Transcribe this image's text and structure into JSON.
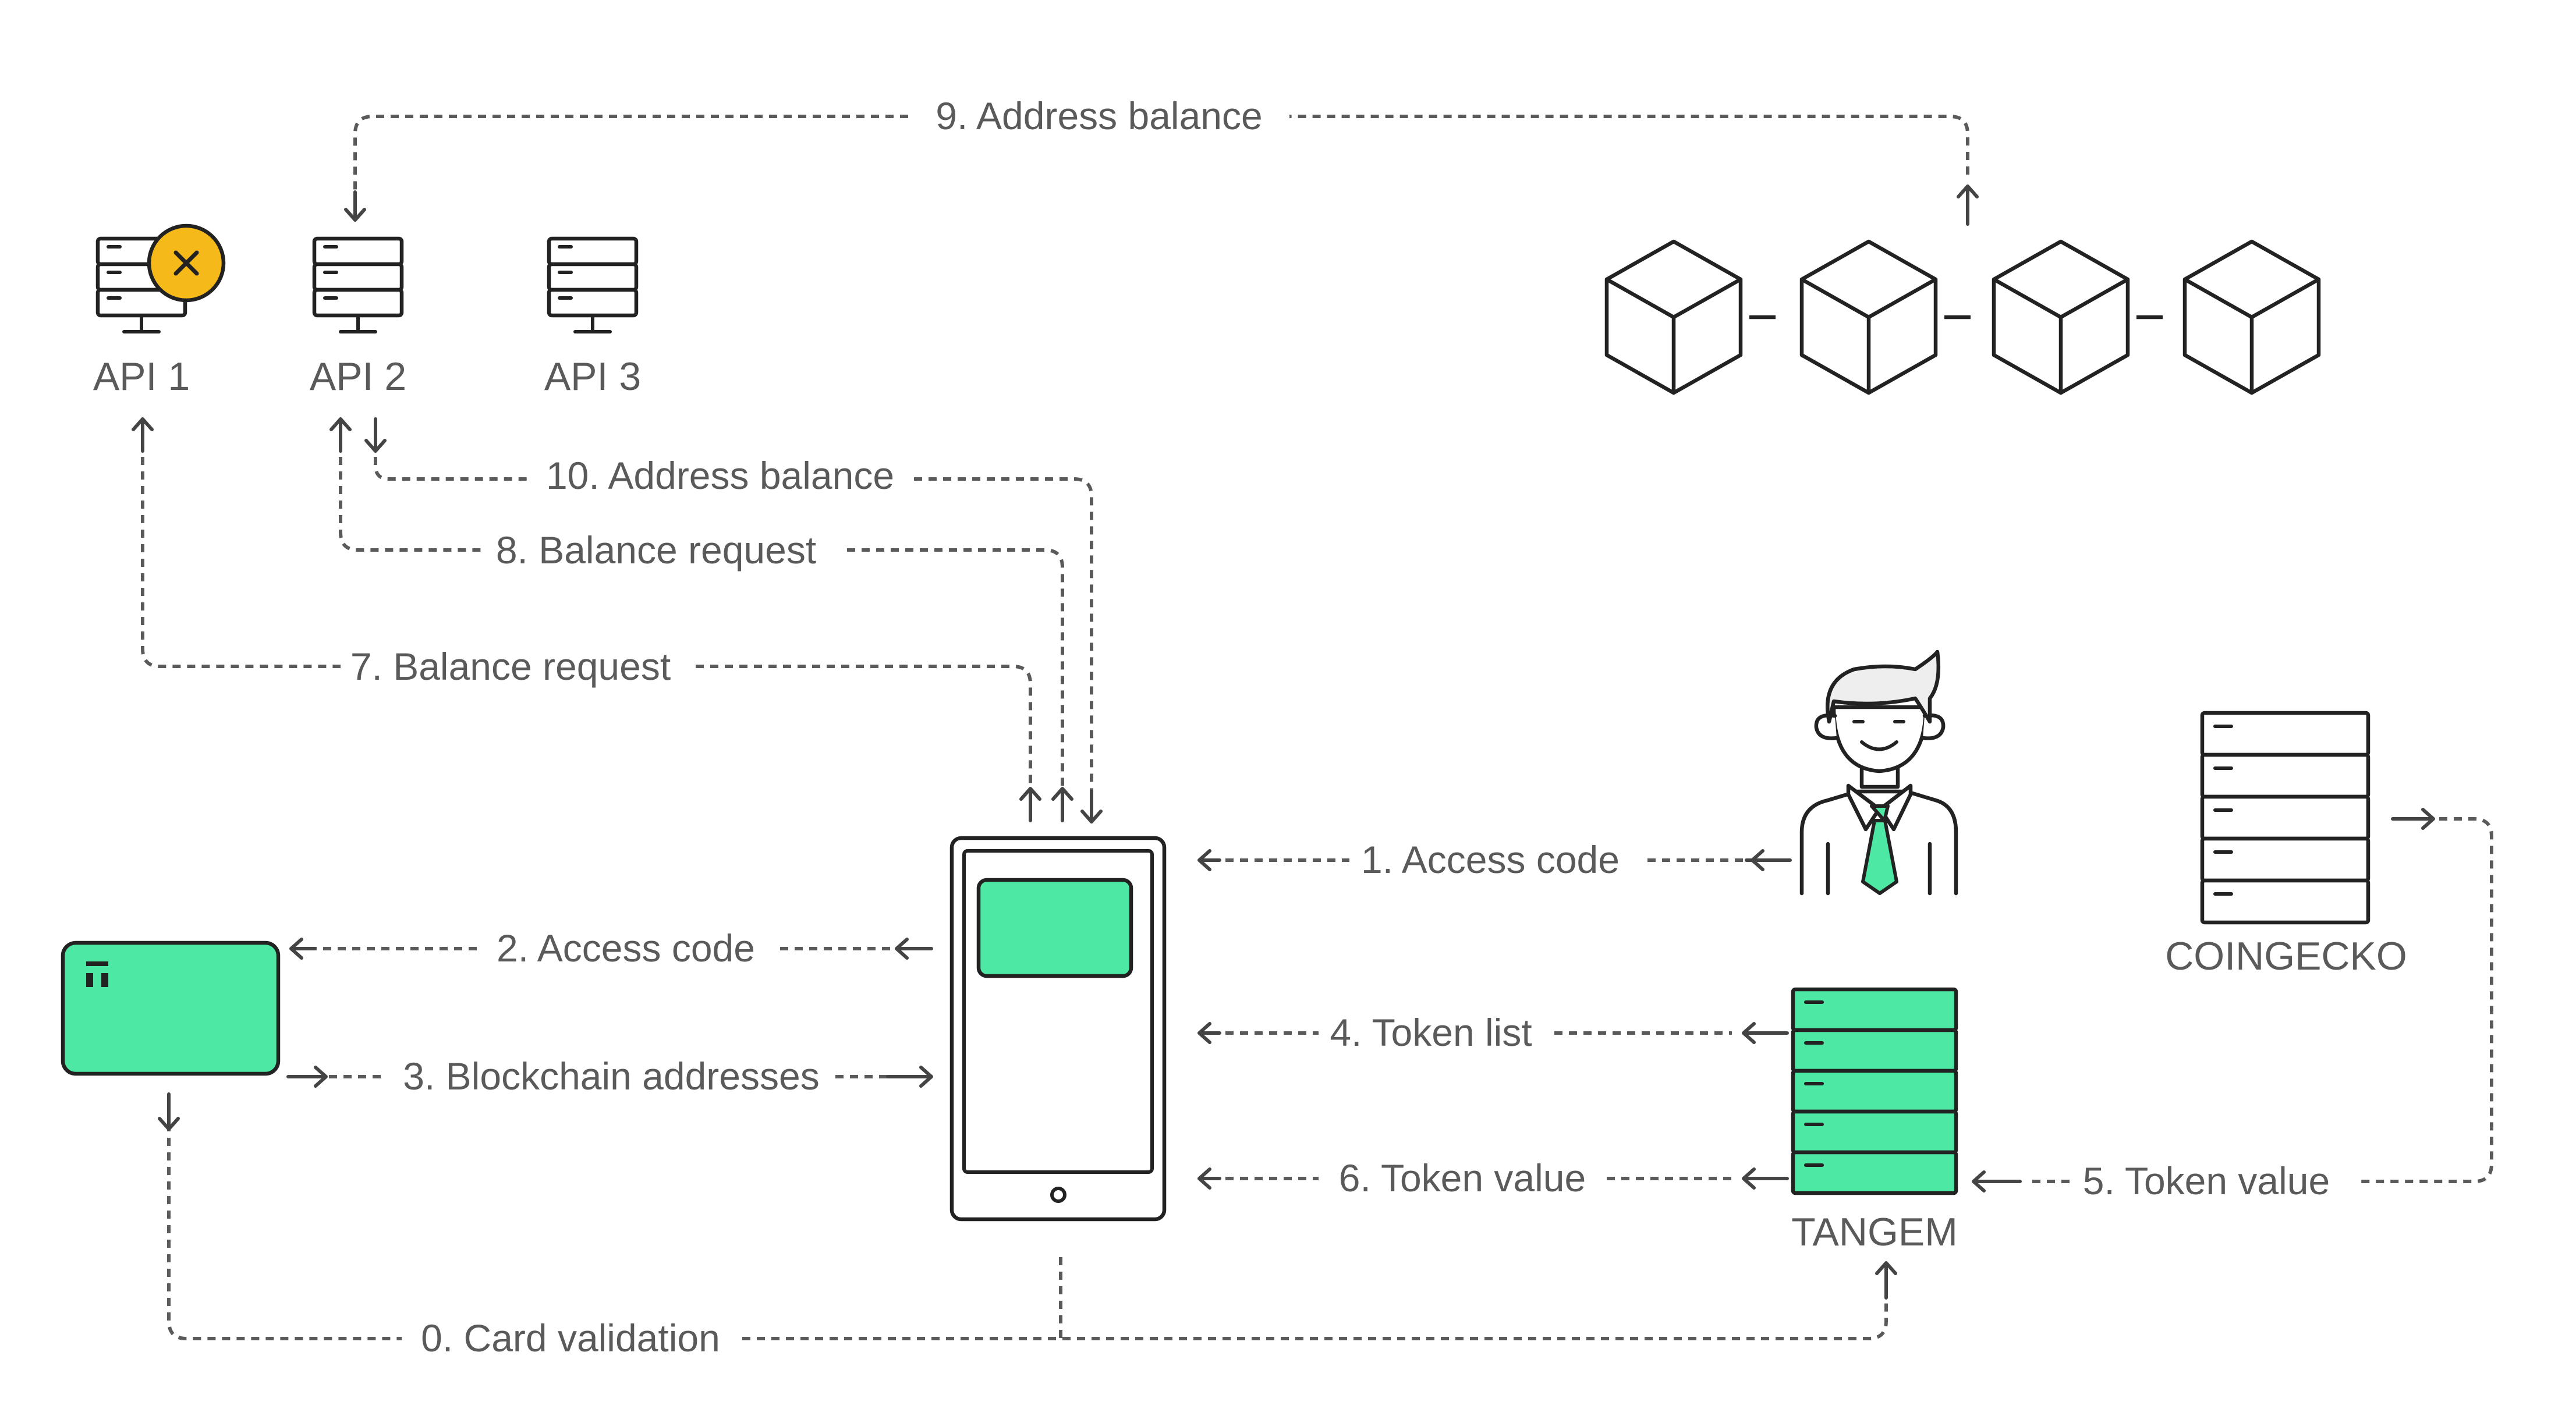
{
  "colors": {
    "accent_green": "#4de8a3",
    "warning_yellow": "#f6b91a",
    "line_gray": "#5a5a5a",
    "outline": "#222222"
  },
  "nodes": {
    "api1": {
      "label": "API 1",
      "icon": "server-icon",
      "status_icon": "close-icon"
    },
    "api2": {
      "label": "API 2",
      "icon": "server-icon"
    },
    "api3": {
      "label": "API 3",
      "icon": "server-icon"
    },
    "blockchain": {
      "icon": "blockchain-icon"
    },
    "user": {
      "icon": "person-icon"
    },
    "card": {
      "icon": "card-icon"
    },
    "phone": {
      "icon": "phone-icon"
    },
    "tangem": {
      "label": "TANGEM",
      "icon": "server-icon"
    },
    "coingecko": {
      "label": "COINGECKO",
      "icon": "server-icon"
    }
  },
  "steps": {
    "s0": "0. Card validation",
    "s1": "1.  Access code",
    "s2": "2. Access code",
    "s3": "3. Blockchain addresses",
    "s4": "4. Token list",
    "s5": "5.  Token value",
    "s6": "6.  Token value",
    "s7": "7. Balance request",
    "s8": "8.  Balance request",
    "s9": "9.  Address balance",
    "s10": "10.  Address balance"
  }
}
